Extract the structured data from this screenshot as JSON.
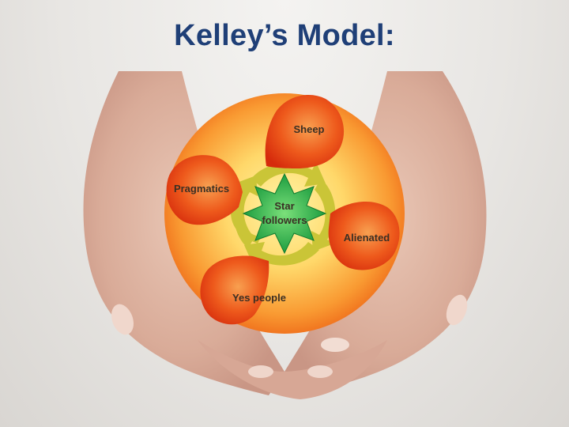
{
  "title": "Kelley’s Model:",
  "diagram": {
    "center_line1": "Star",
    "center_line2": "followers",
    "lobes": [
      "Sheep",
      "Pragmatics",
      "Alienated",
      "Yes people"
    ]
  },
  "colors": {
    "title": "#1f3f77",
    "sphere_core": "#fff5a8",
    "sphere_edge": "#ee6818",
    "lobe": "#e23a10",
    "arrows": "#c8c434",
    "star": "#1fae4a"
  }
}
